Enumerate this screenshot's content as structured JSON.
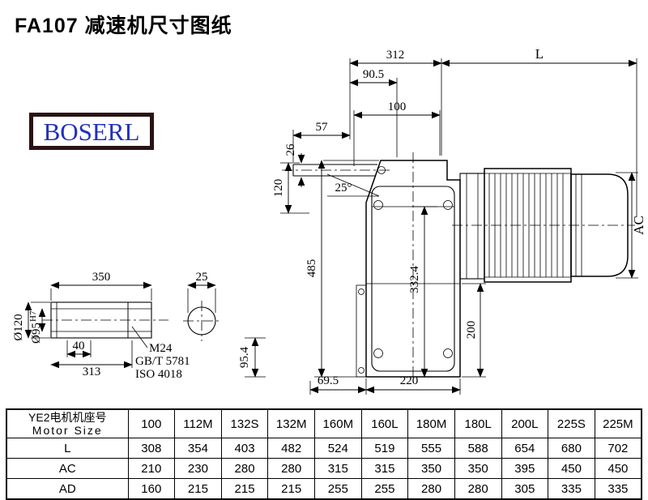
{
  "page": {
    "title": "FA107 减速机尺寸图纸"
  },
  "logo": {
    "text": "BOSERL"
  },
  "dims": {
    "d312": "312",
    "dL": "L",
    "d90_5": "90.5",
    "d100": "100",
    "d57": "57",
    "d26": "26",
    "d120": "120",
    "d485": "485",
    "angle25": "25°",
    "dAC": "AC",
    "d332_4": "332.4",
    "d200": "200",
    "d69_5": "69.5",
    "d220": "220",
    "d95_4": "95.4",
    "d350": "350",
    "d25": "25",
    "dia120": "Ø120",
    "dia95": "Ø95",
    "h7": "H7",
    "d40": "40",
    "d313": "313",
    "m24": "M24",
    "gbt": "GB/T 5781",
    "iso": "ISO 4018"
  },
  "table": {
    "corner_cn": "YE2电机机座号",
    "corner_en": "Motor Size",
    "sizes": [
      "100",
      "112M",
      "132S",
      "132M",
      "160M",
      "160L",
      "180M",
      "180L",
      "200L",
      "225S",
      "225M"
    ],
    "rows": [
      {
        "label": "L",
        "values": [
          "308",
          "354",
          "403",
          "482",
          "524",
          "519",
          "555",
          "588",
          "654",
          "680",
          "702"
        ]
      },
      {
        "label": "AC",
        "values": [
          "210",
          "230",
          "280",
          "280",
          "315",
          "315",
          "350",
          "350",
          "395",
          "450",
          "450"
        ]
      },
      {
        "label": "AD",
        "values": [
          "160",
          "215",
          "215",
          "215",
          "255",
          "255",
          "280",
          "280",
          "305",
          "335",
          "335"
        ]
      }
    ]
  }
}
